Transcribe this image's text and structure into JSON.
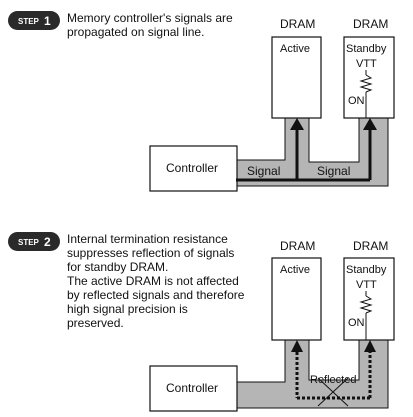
{
  "step1": {
    "badge_word": "STEP",
    "badge_num": "1",
    "text_lines": [
      "Memory controller's signals are",
      "propagated on signal line."
    ],
    "dram_heading_1": "DRAM",
    "dram_heading_2": "DRAM",
    "active_label": "Active",
    "standby_label": "Standby",
    "vtt_label": "VTT",
    "on_label": "ON",
    "controller_label": "Controller",
    "signal_label_1": "Signal",
    "signal_label_2": "Signal"
  },
  "step2": {
    "badge_word": "STEP",
    "badge_num": "2",
    "text_lines": [
      "Internal termination resistance",
      "suppresses reflection of signals",
      "for standby DRAM.",
      "The active DRAM is not affected",
      "by reflected signals and therefore",
      "high signal precision is",
      "preserved."
    ],
    "dram_heading_1": "DRAM",
    "dram_heading_2": "DRAM",
    "active_label": "Active",
    "standby_label": "Standby",
    "vtt_label": "VTT",
    "on_label": "ON",
    "controller_label": "Controller",
    "reflected_label": "Reflected"
  },
  "colors": {
    "bus_gray": "#b5b5b5",
    "stroke": "#111111",
    "badge": "#2a2a2a",
    "box_fill": "#ffffff"
  }
}
